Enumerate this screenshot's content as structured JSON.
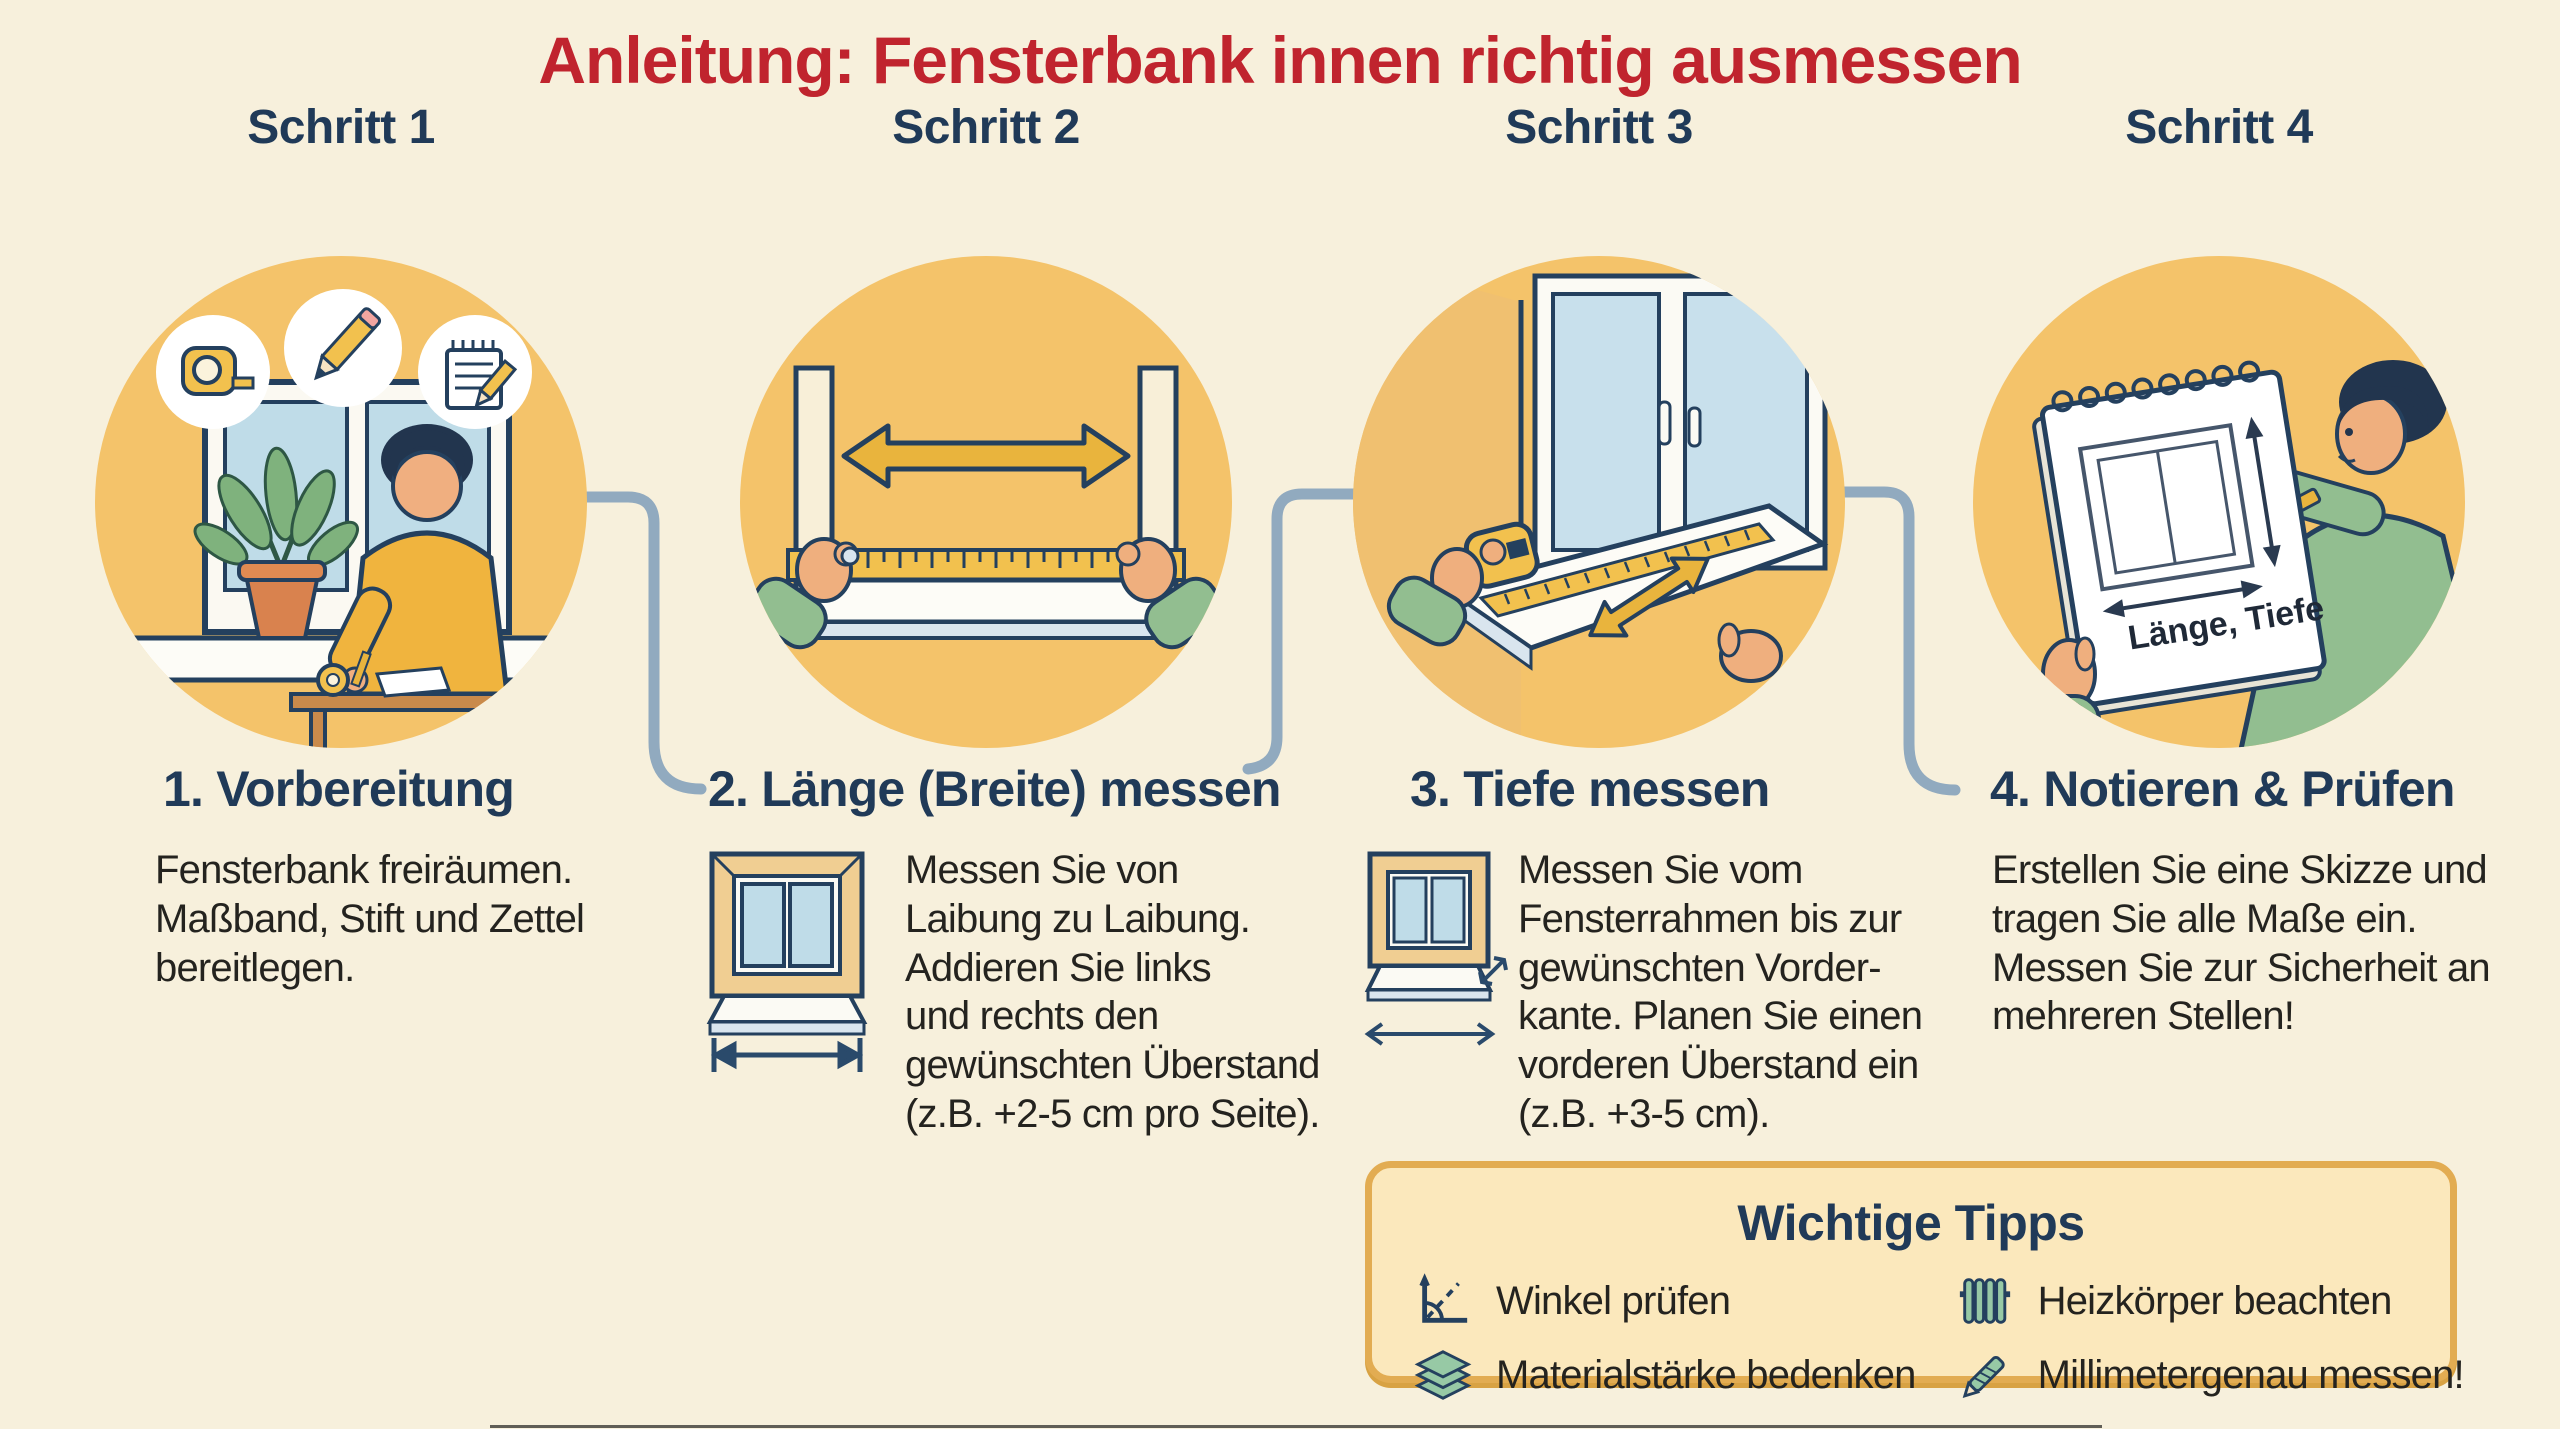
{
  "title": "Anleitung: Fensterbank innen richtig ausmessen",
  "steps": [
    {
      "header": "Schritt 1",
      "title": "1. Vorbereitung",
      "body": "Fensterbank freiräumen.\nMaßband, Stift und Zettel\nbereitlegen.",
      "illustration": "person-at-desk-with-tape-measure-pencil-notepad-bubbles"
    },
    {
      "header": "Schritt 2",
      "title": "2. Länge (Breite) messen",
      "body": "Messen Sie von\nLaibung zu Laibung.\nAddieren Sie links\nund rechts den\ngewünschten Überstand\n(z.B. +2-5 cm pro Seite).",
      "illustration": "two-hands-measuring-sill-width-with-tape-and-arrow"
    },
    {
      "header": "Schritt 3",
      "title": "3. Tiefe messen",
      "body": "Messen Sie vom\nFensterrahmen bis zur\ngewünschten Vorder-\nkante. Planen Sie einen\nvorderen Überstand ein\n(z.B. +3-5 cm).",
      "illustration": "hand-with-tape-measure-measuring-sill-depth"
    },
    {
      "header": "Schritt 4",
      "title": "4. Notieren & Prüfen",
      "body": "Erstellen Sie eine Skizze und\ntragen Sie alle Maße ein.\nMessen Sie zur Sicherheit an\nmehreren Stellen!",
      "illustration": "person-sketching-window-measurements-on-notepad",
      "sketch_label": "Länge, Tiefe"
    }
  ],
  "tips": {
    "title": "Wichtige Tipps",
    "items": [
      {
        "icon": "angle-check-icon",
        "label": "Winkel prüfen"
      },
      {
        "icon": "radiator-icon",
        "label": "Heizkörper beachten"
      },
      {
        "icon": "material-layers-icon",
        "label": "Materialstärke bedenken"
      },
      {
        "icon": "precision-pencil-icon",
        "label": "Millimetergenau messen!"
      }
    ]
  },
  "colors": {
    "background": "#F7F0DC",
    "title_red": "#C0242E",
    "heading_navy": "#203A58",
    "body_text": "#24231F",
    "circle_yellow": "#F4C36A",
    "tips_background": "#FBE8BC",
    "tips_border": "#E2AC52",
    "connector_blue": "#91AABF",
    "icon_green": "#97C9A5"
  }
}
